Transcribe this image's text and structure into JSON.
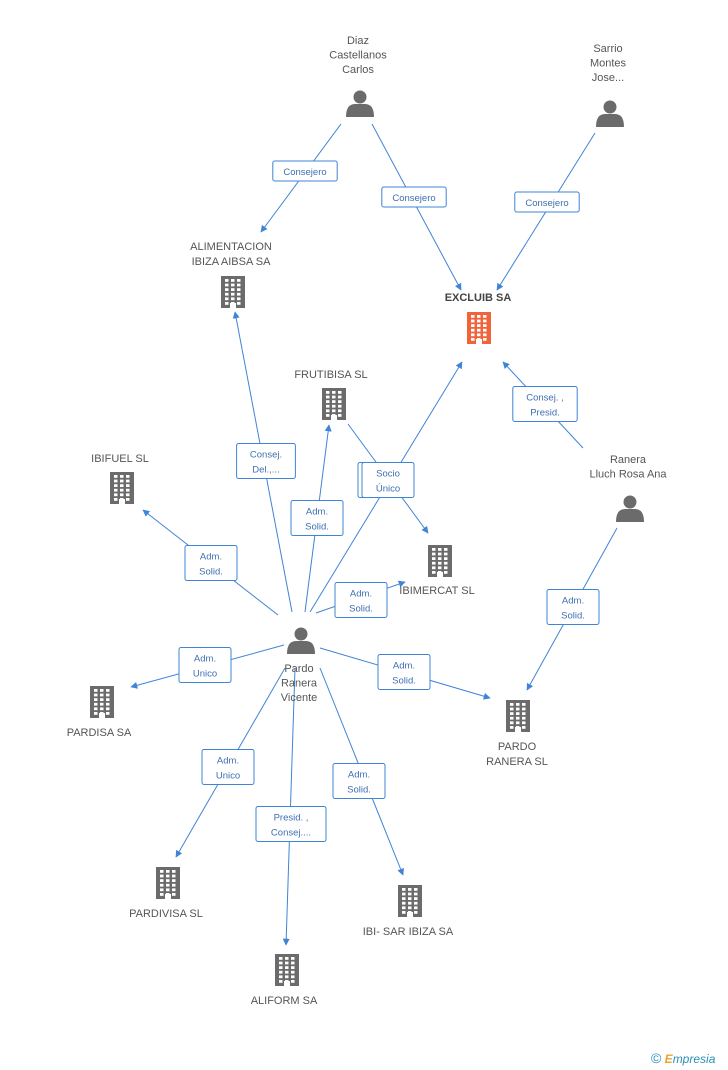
{
  "colors": {
    "edge": "#3f84d6",
    "icon_default": "#6b6b6b",
    "icon_focus": "#f0643c"
  },
  "nodes": [
    {
      "id": "diaz",
      "type": "person",
      "label": [
        "Diaz",
        "Castellanos",
        "Carlos"
      ]
    },
    {
      "id": "sarrio",
      "type": "person",
      "label": [
        "Sarrio",
        "Montes",
        "Jose..."
      ]
    },
    {
      "id": "alimentacion",
      "type": "company",
      "label": [
        "ALIMENTACION",
        "IBIZA AIBSA SA"
      ]
    },
    {
      "id": "excluib",
      "type": "company",
      "focus": true,
      "label": [
        "EXCLUIB SA"
      ]
    },
    {
      "id": "frutibisa",
      "type": "company",
      "label": [
        "FRUTIBISA SL"
      ]
    },
    {
      "id": "ibifuel",
      "type": "company",
      "label": [
        "IBIFUEL SL"
      ]
    },
    {
      "id": "ranera",
      "type": "person",
      "label": [
        "Ranera",
        "Lluch Rosa Ana"
      ]
    },
    {
      "id": "ibimercat",
      "type": "company",
      "label": [
        "IBIMERCAT SL"
      ]
    },
    {
      "id": "pardo",
      "type": "person",
      "label": [
        "Pardo",
        "Ranera",
        "Vicente"
      ]
    },
    {
      "id": "pardisa",
      "type": "company",
      "label": [
        "PARDISA SA"
      ]
    },
    {
      "id": "pardoranera",
      "type": "company",
      "label": [
        "PARDO",
        "RANERA SL"
      ]
    },
    {
      "id": "pardivisa",
      "type": "company",
      "label": [
        "PARDIVISA SL"
      ]
    },
    {
      "id": "ibisar",
      "type": "company",
      "label": [
        "IBI- SAR IBIZA SA"
      ]
    },
    {
      "id": "aliform",
      "type": "company",
      "label": [
        "ALIFORM SA"
      ]
    }
  ],
  "edges": [
    {
      "id": "e1",
      "from": "diaz",
      "to": "alimentacion",
      "label": [
        "Consejero"
      ]
    },
    {
      "id": "e2",
      "from": "diaz",
      "to": "excluib",
      "label": [
        "Consejero"
      ]
    },
    {
      "id": "e3",
      "from": "sarrio",
      "to": "excluib",
      "label": [
        "Consejero"
      ]
    },
    {
      "id": "e4",
      "from": "ranera",
      "to": "excluib",
      "label": [
        "Consej. ,",
        "Presid."
      ]
    },
    {
      "id": "e5",
      "from": "ranera",
      "to": "pardoranera",
      "label": [
        "Adm.",
        "Solid."
      ]
    },
    {
      "id": "e6",
      "from": "pardo",
      "to": "alimentacion",
      "label": [
        "Consej.",
        "Del.,..."
      ]
    },
    {
      "id": "e7",
      "from": "pardo",
      "to": "frutibisa",
      "label": [
        "Adm.",
        "Solid."
      ]
    },
    {
      "id": "e8",
      "from": "pardo",
      "to": "excluib",
      "label": [
        "Socio",
        "Único"
      ]
    },
    {
      "id": "e9",
      "from": "frutibisa",
      "to": "ibimercat",
      "label": [
        "Socio",
        "Único"
      ]
    },
    {
      "id": "e10",
      "from": "pardo",
      "to": "ibifuel",
      "label": [
        "Adm.",
        "Solid."
      ]
    },
    {
      "id": "e11",
      "from": "pardo",
      "to": "ibimercat",
      "label": [
        "Adm.",
        "Solid."
      ]
    },
    {
      "id": "e12",
      "from": "pardo",
      "to": "pardisa",
      "label": [
        "Adm.",
        "Unico"
      ]
    },
    {
      "id": "e13",
      "from": "pardo",
      "to": "pardoranera",
      "label": [
        "Adm.",
        "Solid."
      ]
    },
    {
      "id": "e14",
      "from": "pardo",
      "to": "pardivisa",
      "label": [
        "Adm.",
        "Unico"
      ]
    },
    {
      "id": "e15",
      "from": "pardo",
      "to": "aliform",
      "label": [
        "Presid. ,",
        "Consej...."
      ]
    },
    {
      "id": "e16",
      "from": "pardo",
      "to": "ibisar",
      "label": [
        "Adm.",
        "Solid."
      ]
    }
  ],
  "footer": {
    "copyright": "©",
    "brand_initial": "E",
    "brand_rest": "mpresia"
  }
}
